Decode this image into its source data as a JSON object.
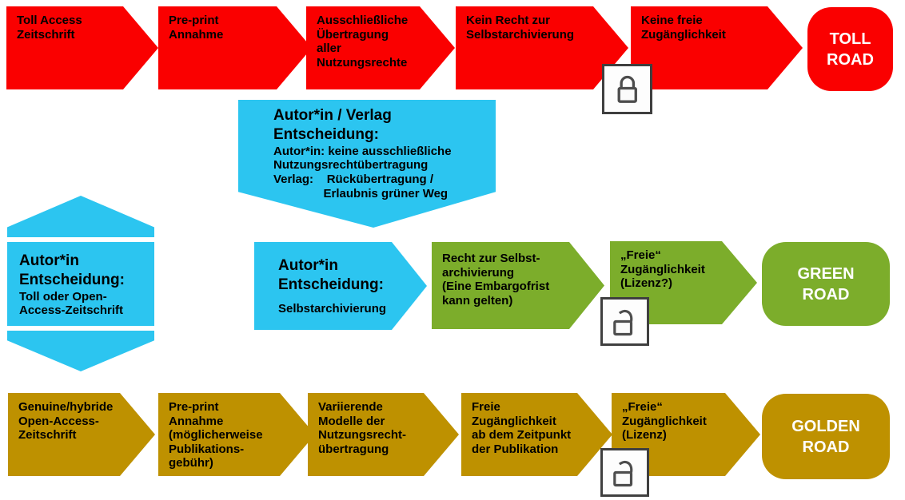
{
  "colors": {
    "toll_red": "#fa0000",
    "decision_cyan": "#2cc5f0",
    "green": "#7cad2b",
    "gold": "#be9100",
    "road_text": "#ffffff",
    "lock_gray": "#4d4d4d"
  },
  "toll_road": {
    "steps": [
      "Toll Access\nZeitschrift",
      "Pre-print\nAnnahme",
      "Ausschließliche\nÜbertragung\naller\nNutzungsrechte",
      "Kein Recht zur\nSelbstarchivierung",
      "Keine freie\nZugänglichkeit"
    ],
    "road_label": "TOLL\nROAD"
  },
  "decision_hexagon": {
    "title": "Autor*in\nEntscheidung:",
    "subtitle": "Toll oder Open-\nAccess-Zeitschrift"
  },
  "publisher_callout": {
    "title": "Autor*in / Verlag\nEntscheidung:",
    "body": "Autor*in: keine ausschließliche\nNutzungsrechtübertragung\nVerlag:    Rückübertragung /\n               Erlaubnis grüner Weg"
  },
  "green_road": {
    "decision_title": "Autor*in\nEntscheidung:",
    "decision_subtitle": "Selbstarchivierung",
    "steps": [
      "Recht zur Selbst-\narchivierung\n(Eine Embargofrist\nkann gelten)",
      "„Freie“\nZugänglichkeit\n(Lizenz?)"
    ],
    "road_label": "GREEN\nROAD"
  },
  "golden_road": {
    "steps": [
      "Genuine/hybride\nOpen-Access-\nZeitschrift",
      "Pre-print\nAnnahme\n(möglicherweise\nPublikations-\ngebühr)",
      "Variierende\nModelle der\nNutzungsrecht-\nübertragung",
      "Freie\nZugänglichkeit\nab dem Zeitpunkt\nder Publikation",
      "„Freie“\nZugänglichkeit\n(Lizenz)"
    ],
    "road_label": "GOLDEN\nROAD"
  },
  "icons": {
    "toll": "closed-padlock",
    "green": "open-padlock",
    "golden": "open-padlock"
  }
}
